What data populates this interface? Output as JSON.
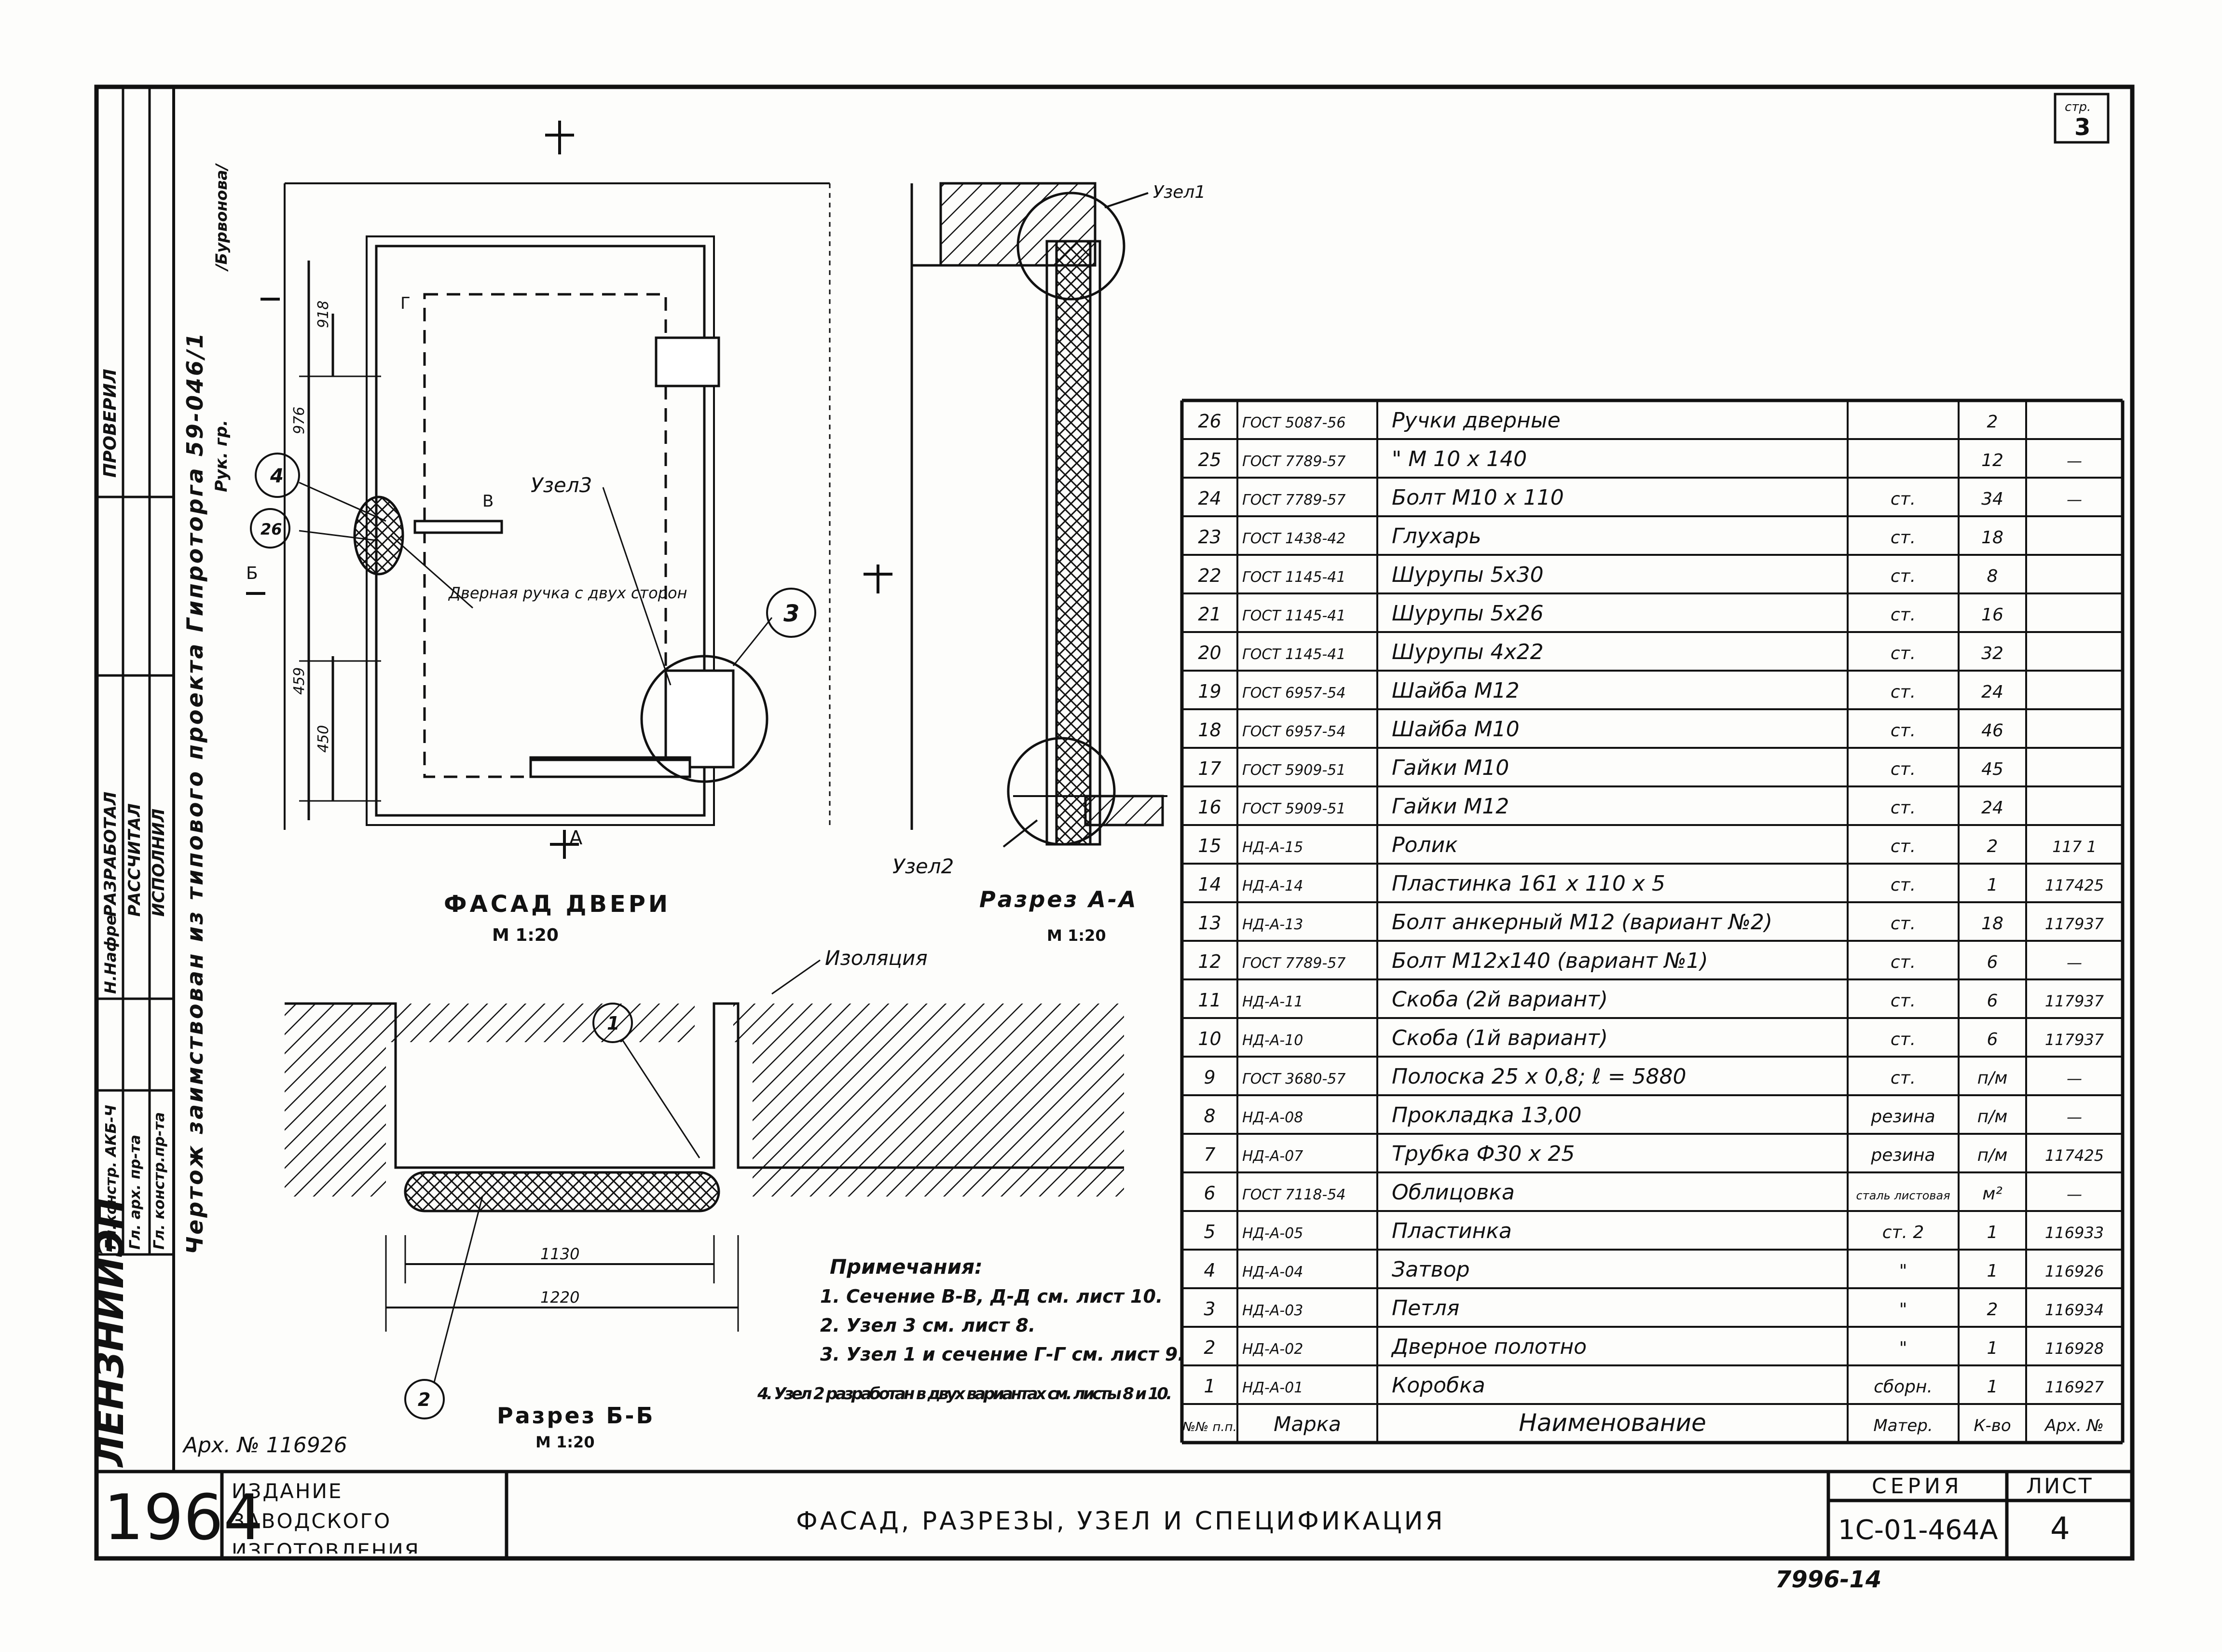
{
  "sheet": {
    "page_number": "3",
    "page_label": "стр.",
    "archive_number": "Арх. № 116926",
    "year": "1964",
    "publisher": "ИЗДАНИЕ ЗАВОДСКОГО ИЗГОТОВЛЕНИЯ",
    "title": "ФАСАД, РАЗРЕЗЫ, УЗЕЛ И СПЕЦИФИКАЦИЯ",
    "series_label": "СЕРИЯ",
    "series_value": "1С-01-464А",
    "sheet_label": "ЛИСТ",
    "sheet_value": "4",
    "bottom_code": "7996-14",
    "org_logo": "ЛЕНЗНИИЭП",
    "left_margin_text": "Чертож заимствован из типового проекта Гипроторга 59-046/1",
    "left_margin_sub": "Рук. гр.",
    "left_margin_sig": "/Бурвонова/",
    "stamp_roles": [
      "ПРОВЕРИЛ",
      "РАЗРАБОТАЛ",
      "РАССЧИТАЛ",
      "ИСПОЛНИЛ"
    ],
    "stamp_names": [
      "Н.Нафре",
      "Гл.констр. АКБ-Ч",
      "Гл. арх. пр-та",
      "Гл. констр.пр-та"
    ]
  },
  "drawings": {
    "facade": {
      "title": "ФАСАД ДВЕРИ",
      "scale": "М 1:20",
      "dims": [
        "918",
        "976",
        "459",
        "450"
      ],
      "labels": [
        "Узел3",
        "Дверная ручка с двух сторон",
        "В",
        "Б",
        "А",
        "Г"
      ],
      "callouts": [
        "4",
        "26",
        "3"
      ]
    },
    "section_aa": {
      "title": "Разрез А-А",
      "scale": "М 1:20",
      "labels": [
        "Узел1",
        "Узел2"
      ]
    },
    "section_bb": {
      "title": "Разрез Б-Б",
      "scale": "М 1:20",
      "labels": [
        "Изоляция"
      ],
      "dims": [
        "1130",
        "1220"
      ],
      "callouts": [
        "1",
        "2"
      ]
    }
  },
  "notes": {
    "heading": "Примечания:",
    "items": [
      "1. Сечение В-В, Д-Д см. лист 10.",
      "2. Узел 3 см. лист 8.",
      "3. Узел 1 и сечение Г-Г см. лист 9.",
      "4. Узел 2 разработан в двух вариантах см. листы 8 и 10."
    ]
  },
  "spec": {
    "headers": [
      "№№ п.п.",
      "Марка",
      "Наименование",
      "Матер.",
      "К-во",
      "Арх. №"
    ],
    "rows": [
      [
        "26",
        "ГОСТ 5087-56",
        "Ручки дверные",
        "",
        "2",
        ""
      ],
      [
        "25",
        "ГОСТ 7789-57",
        "\" М 10 х 140",
        "",
        "12",
        "—"
      ],
      [
        "24",
        "ГОСТ 7789-57",
        "Болт М10 х 110",
        "ст.",
        "34",
        "—"
      ],
      [
        "23",
        "ГОСТ 1438-42",
        "Глухарь",
        "ст.",
        "18",
        ""
      ],
      [
        "22",
        "ГОСТ 1145-41",
        "Шурупы 5х30",
        "ст.",
        "8",
        ""
      ],
      [
        "21",
        "ГОСТ 1145-41",
        "Шурупы 5х26",
        "ст.",
        "16",
        ""
      ],
      [
        "20",
        "ГОСТ 1145-41",
        "Шурупы 4х22",
        "ст.",
        "32",
        ""
      ],
      [
        "19",
        "ГОСТ 6957-54",
        "Шайба М12",
        "ст.",
        "24",
        ""
      ],
      [
        "18",
        "ГОСТ 6957-54",
        "Шайба М10",
        "ст.",
        "46",
        ""
      ],
      [
        "17",
        "ГОСТ 5909-51",
        "Гайки М10",
        "ст.",
        "45",
        ""
      ],
      [
        "16",
        "ГОСТ 5909-51",
        "Гайки М12",
        "ст.",
        "24",
        ""
      ],
      [
        "15",
        "НД-А-15",
        "Ролик",
        "ст.",
        "2",
        "117 1"
      ],
      [
        "14",
        "НД-А-14",
        "Пластинка 161 х 110 х 5",
        "ст.",
        "1",
        "117425"
      ],
      [
        "13",
        "НД-А-13",
        "Болт анкерный М12 (вариант №2)",
        "ст.",
        "18",
        "117937"
      ],
      [
        "12",
        "ГОСТ 7789-57",
        "Болт М12х140 (вариант №1)",
        "ст.",
        "6",
        "—"
      ],
      [
        "11",
        "НД-А-11",
        "Скоба (2й вариант)",
        "ст.",
        "6",
        "117937"
      ],
      [
        "10",
        "НД-А-10",
        "Скоба (1й вариант)",
        "ст.",
        "6",
        "117937"
      ],
      [
        "9",
        "ГОСТ 3680-57",
        "Полоска 25 х 0,8; ℓ = 5880",
        "ст.",
        "п/м",
        "—"
      ],
      [
        "8",
        "НД-А-08",
        "Прокладка 13,00",
        "резина",
        "п/м",
        "—"
      ],
      [
        "7",
        "НД-А-07",
        "Трубка Ф30 х 25",
        "резина",
        "п/м",
        "117425"
      ],
      [
        "6",
        "ГОСТ 7118-54",
        "Облицовка",
        "сталь листовая",
        "м²",
        "—"
      ],
      [
        "5",
        "НД-А-05",
        "Пластинка",
        "ст. 2",
        "1",
        "116933"
      ],
      [
        "4",
        "НД-А-04",
        "Затвор",
        "\"",
        "1",
        "116926"
      ],
      [
        "3",
        "НД-А-03",
        "Петля",
        "\"",
        "2",
        "116934"
      ],
      [
        "2",
        "НД-А-02",
        "Дверное полотно",
        "\"",
        "1",
        "116928"
      ],
      [
        "1",
        "НД-А-01",
        "Коробка",
        "сборн.",
        "1",
        "116927"
      ]
    ]
  }
}
